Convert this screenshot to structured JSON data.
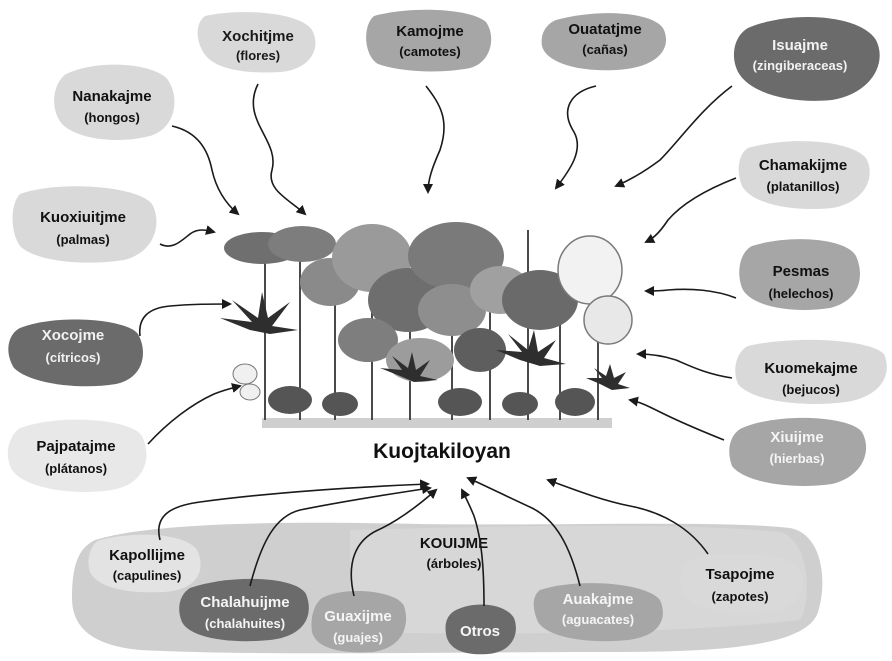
{
  "center_label": "Kuojtakiloyan",
  "categories": [
    {
      "id": "xochitjme",
      "name": "Xochitjme",
      "sub": "(flores)"
    },
    {
      "id": "kamojme",
      "name": "Kamojme",
      "sub": "(camotes)"
    },
    {
      "id": "ouatatjme",
      "name": "Ouatatjme",
      "sub": "(cañas)"
    },
    {
      "id": "isuajme",
      "name": "Isuajme",
      "sub": "(zingiberaceas)"
    },
    {
      "id": "nanakajme",
      "name": "Nanakajme",
      "sub": "(hongos)"
    },
    {
      "id": "chamakijme",
      "name": "Chamakijme",
      "sub": "(platanillos)"
    },
    {
      "id": "kuoxiuitjme",
      "name": "Kuoxiuitjme",
      "sub": "(palmas)"
    },
    {
      "id": "pesmas",
      "name": "Pesmas",
      "sub": "(helechos)"
    },
    {
      "id": "xocojme",
      "name": "Xocojme",
      "sub": "(cítricos)"
    },
    {
      "id": "kuomekajme",
      "name": "Kuomekajme",
      "sub": "(bejucos)"
    },
    {
      "id": "pajpatajme",
      "name": "Pajpatajme",
      "sub": "(plátanos)"
    },
    {
      "id": "xiuijme",
      "name": "Xiuijme",
      "sub": "(hierbas)"
    }
  ],
  "trees_group": {
    "name": "KOUIJME",
    "sub": "(árboles)",
    "items": [
      {
        "id": "kapollijme",
        "name": "Kapollijme",
        "sub": "(capulines)"
      },
      {
        "id": "chalahuijme",
        "name": "Chalahuijme",
        "sub": "(chalahuites)"
      },
      {
        "id": "guaxijme",
        "name": "Guaxijme",
        "sub": "(guajes)"
      },
      {
        "id": "otros",
        "name": "Otros",
        "sub": ""
      },
      {
        "id": "auakajme",
        "name": "Auakajme",
        "sub": "(aguacates)"
      },
      {
        "id": "tsapojme",
        "name": "Tsapojme",
        "sub": "(zapotes)"
      }
    ]
  },
  "colors": {
    "light_blob": "#d9d9d9",
    "mid_blob": "#a6a6a6",
    "dark_blob": "#6b6b6b",
    "arrow": "#1a1a1a",
    "forest_dark": "#3a3a3a",
    "forest_mid": "#7a7a7a"
  }
}
